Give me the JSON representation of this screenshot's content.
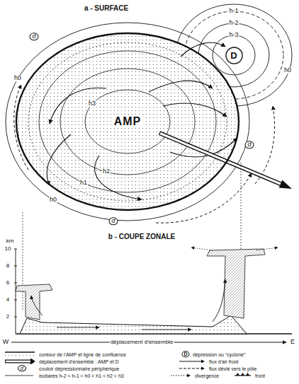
{
  "diagram": {
    "nodes": [
      {
        "text": [
          "AMP"
        ]
      },
      {
        "text": [
          "D"
        ]
      }
    ],
    "labels": [
      "a - SURFACE",
      "h-3",
      "h-2",
      "h-1",
      "h0",
      "h0",
      "h0",
      "h1",
      "h2",
      "h3",
      "d",
      "d",
      "d",
      "b - COUPE ZONALE",
      "km",
      "10",
      "8",
      "6",
      "4",
      "2",
      "W",
      "déplacement d'ensemble",
      "E",
      "D",
      "d"
    ],
    "legend": [
      {
        "text": "contour de l'AMP et ligne de confluence"
      },
      {
        "text": "dépression ou “cyclone”"
      },
      {
        "text": "déplacement d'ensemble : AMP et D"
      },
      {
        "text": "flux d'air froid"
      },
      {
        "text": "couloir dépressionnaire périphérique"
      },
      {
        "text": "flux dévié vers le pôle"
      },
      {
        "text": "isobares h-2 < h-1 < h0 < h1 < h2 < h3"
      },
      {
        "text": "divergence"
      },
      {
        "text": "front"
      }
    ]
  }
}
